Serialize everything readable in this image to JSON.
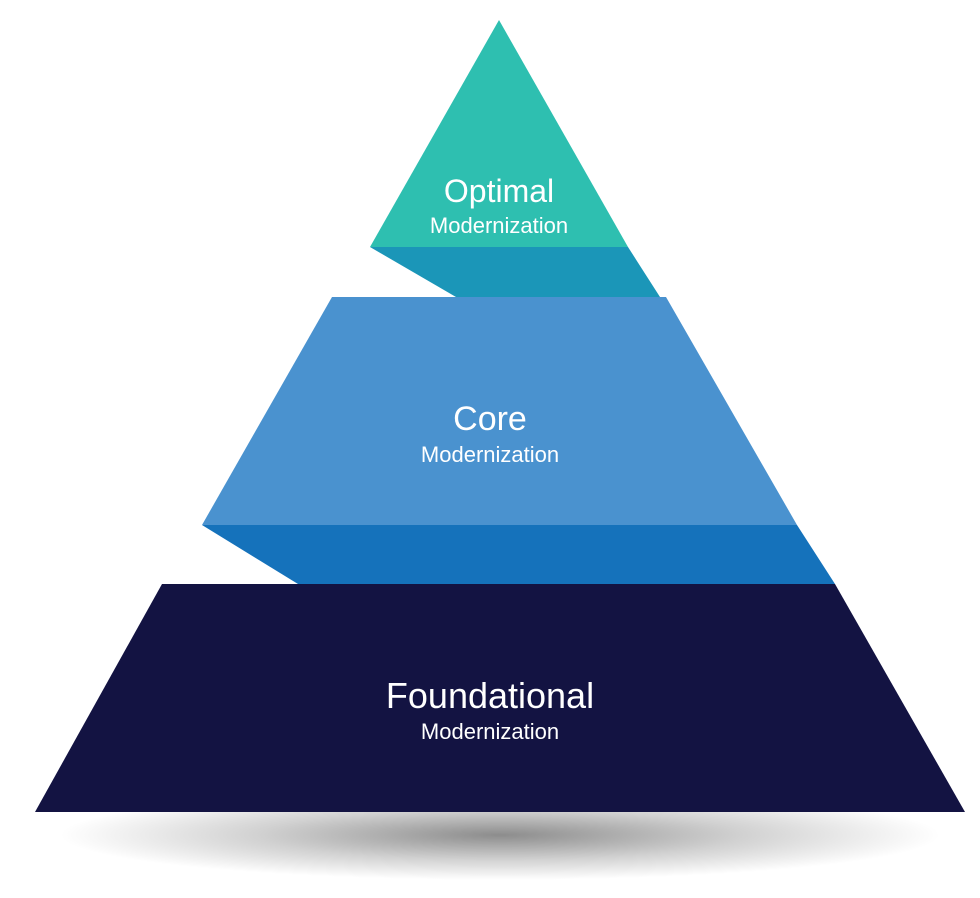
{
  "tiers": {
    "top": {
      "title": "Optimal",
      "subtitle": "Modernization",
      "color": "#2ebfb0"
    },
    "middle": {
      "title": "Core",
      "subtitle": "Modernization",
      "color": "#4a92cf"
    },
    "bottom": {
      "title": "Foundational",
      "subtitle": "Modernization",
      "color": "#131342"
    }
  },
  "connectors": {
    "top_middle_color": "#1b96b8",
    "middle_bottom_color": "#1572bb"
  }
}
